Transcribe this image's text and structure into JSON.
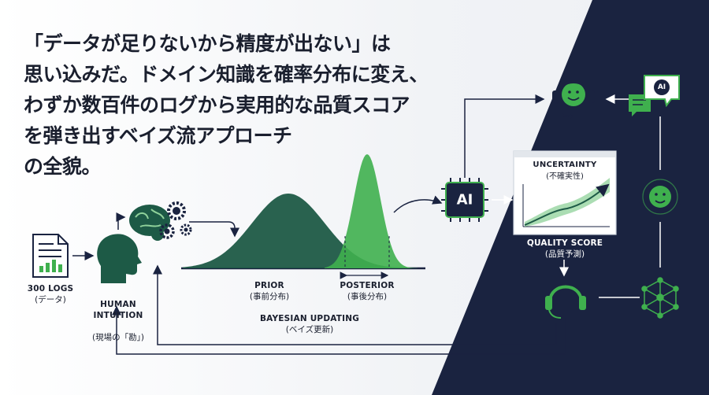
{
  "headline": {
    "lines": [
      "「データが足りないから精度が出ない」は",
      "思い込みだ。ドメイン知識を確率分布に変え、",
      "わずか数百件のログから実用的な品質スコア",
      "を弾き出すベイズ流アプローチ",
      "の全貌。"
    ]
  },
  "logs": {
    "label": "300 LOGS",
    "sub": "(データ)"
  },
  "human": {
    "label": "HUMAN\nINTUITION",
    "sub": "(現場の「勘」)"
  },
  "prior": {
    "label": "PRIOR",
    "sub": "(事前分布)"
  },
  "posterior": {
    "label": "POSTERIOR",
    "sub": "(事後分布)"
  },
  "updating": {
    "label": "BAYESIAN UPDATING",
    "sub": "(ベイズ更新)"
  },
  "ai_chip": {
    "label": "AI"
  },
  "uncertainty": {
    "label": "UNCERTAINTY",
    "sub": "(不確実性)"
  },
  "quality": {
    "label": "QUALITY SCORE",
    "sub": "(品質予測)"
  },
  "bubble": {
    "label": "AI"
  },
  "colors": {
    "navy": "#1a2340",
    "green": "#3fb04e",
    "dark_green": "#1d5a46",
    "light_green": "#8fd19a",
    "text": "#1a1f2e"
  }
}
